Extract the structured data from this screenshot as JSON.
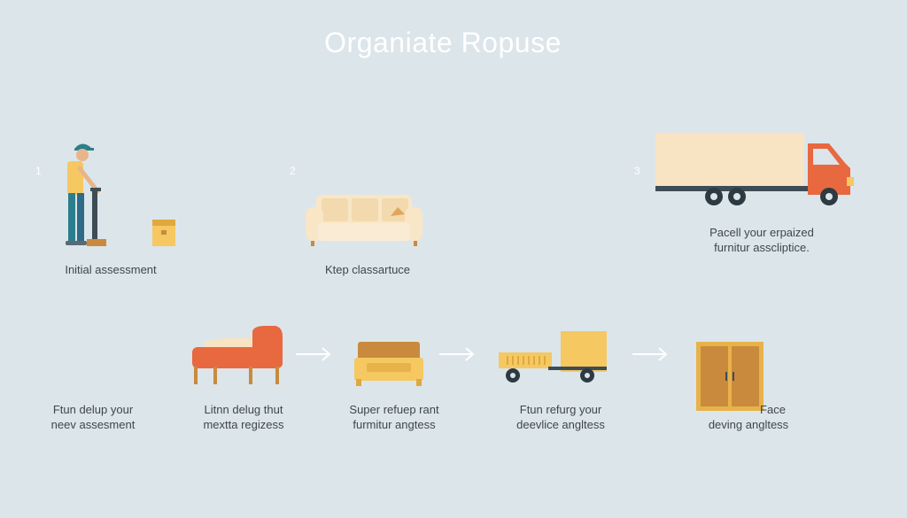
{
  "title": "Organiate Ropuse",
  "steps_top": [
    {
      "number": "1",
      "caption": [
        "Initial assessment"
      ],
      "icon": "worker-with-hand-truck-icon"
    },
    {
      "number": "2",
      "caption": [
        "Ktep classartuce"
      ],
      "icon": "sofa-icon"
    },
    {
      "number": "3",
      "caption": [
        "Pacell your erpaized",
        "furnitur asscliptice."
      ],
      "icon": "moving-truck-icon"
    }
  ],
  "steps_bottom": [
    {
      "caption": [
        "Ftun delup your",
        "neev assesment"
      ]
    },
    {
      "caption": [
        "Litnn delug thut",
        "mextta regizess"
      ],
      "icon": "armchair-icon"
    },
    {
      "caption": [
        "Super refuep rant",
        "furmitur angtess"
      ],
      "icon": "bench-icon"
    },
    {
      "caption": [
        "Ftun refurg your",
        "deevlice angltess"
      ],
      "icon": "dolly-cart-icon"
    },
    {
      "caption": [
        "Face",
        "deving angltess"
      ],
      "icon": "wardrobe-icon"
    }
  ],
  "colors": {
    "background": "#dce5ea",
    "orange": "#e8683f",
    "yellow": "#f5c862",
    "cream": "#f8e3c2",
    "teal": "#2c7e8c"
  }
}
